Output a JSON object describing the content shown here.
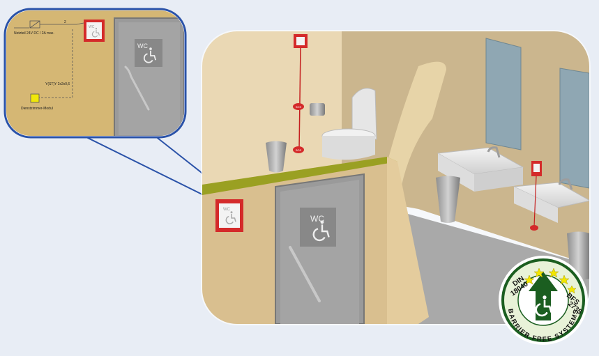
{
  "inset": {
    "power_label": "Netzteil 24V DC / 2A max.",
    "wire_count": "2",
    "cable_label": "Y(ST)Y 2x2x0,6",
    "module_label": "Dienstzimmer-Modul"
  },
  "door": {
    "sign_text": "WC"
  },
  "signs": {
    "alarm_text": "SOS"
  },
  "logo": {
    "text_top_left": "DIN",
    "text_top_left_2": "18040",
    "text_top_right": "BFS",
    "text_top_right_2": "2735",
    "text_bottom": "BARRIER FREE SYSTEMS"
  },
  "colors": {
    "wall_beige": "#d9bf8f",
    "door_gray": "#9a9a9a",
    "inset_border": "#2a52a8",
    "sign_red": "#d42a2a",
    "floor_gray": "#a8a8a8",
    "logo_green": "#1b5e20"
  }
}
